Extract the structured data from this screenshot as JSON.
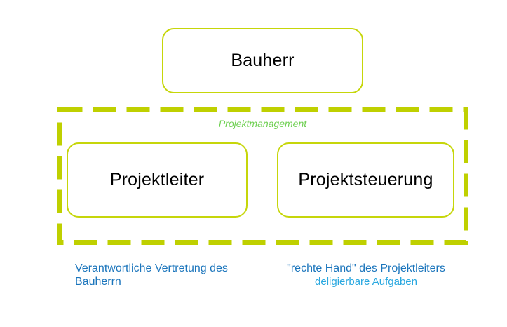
{
  "diagram": {
    "type": "org-structure",
    "nodes": {
      "bauherr": {
        "label": "Bauherr"
      },
      "projektleiter": {
        "label": "Projektleiter"
      },
      "projektsteuerung": {
        "label": "Projektsteuerung"
      }
    },
    "group": {
      "label": "Projektmanagement"
    },
    "captions": {
      "left": {
        "line1": "Verantwortliche Vertretung des",
        "line2": "Bauherrn"
      },
      "right": {
        "line1": "\"rechte Hand\" des Projektleiters",
        "line2": "deligierbare Aufgaben"
      }
    },
    "colors": {
      "node_border": "#c6d60a",
      "group_dash_border": "#bfd000",
      "node_label_text": "#000000",
      "group_label_text": "#6fd052",
      "caption_dark_blue": "#1b75bc",
      "caption_light_blue": "#29a8e0",
      "background": "#ffffff"
    }
  }
}
